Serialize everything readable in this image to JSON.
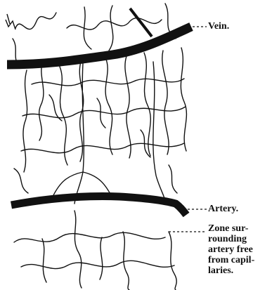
{
  "figure": {
    "labels": {
      "vein": "Vein.",
      "artery": "Artery.",
      "zone": "Zone sur-\nrounding\nartery free\nfrom capil-\nlaries."
    },
    "colors": {
      "ink": "#111111",
      "background": "#ffffff"
    }
  }
}
